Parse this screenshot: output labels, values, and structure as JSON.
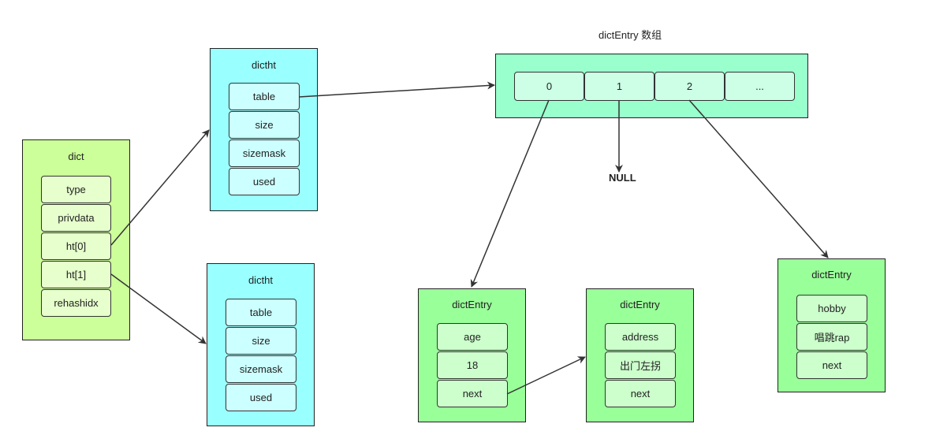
{
  "colors": {
    "dict_fill": "#ccff99",
    "dict_cell": "#e6ffcc",
    "dictht_fill": "#99ffff",
    "dictht_cell": "#ccffff",
    "array_fill": "#99ffcc",
    "array_cell": "#ccffe6",
    "entry_fill": "#99ff99",
    "entry_cell": "#ccffcc"
  },
  "dict": {
    "title": "dict",
    "fields": [
      "type",
      "privdata",
      "ht[0]",
      "ht[1]",
      "rehashidx"
    ]
  },
  "dictht0": {
    "title": "dictht",
    "fields": [
      "table",
      "size",
      "sizemask",
      "used"
    ]
  },
  "dictht1": {
    "title": "dictht",
    "fields": [
      "table",
      "size",
      "sizemask",
      "used"
    ]
  },
  "array": {
    "title": "dictEntry 数组",
    "slots": [
      "0",
      "1",
      "2",
      "..."
    ]
  },
  "null_label": "NULL",
  "entry_a": {
    "title": "dictEntry",
    "fields": [
      "age",
      "18",
      "next"
    ]
  },
  "entry_b": {
    "title": "dictEntry",
    "fields": [
      "address",
      "出门左拐",
      "next"
    ]
  },
  "entry_c": {
    "title": "dictEntry",
    "fields": [
      "hobby",
      "唱跳rap",
      "next"
    ]
  }
}
